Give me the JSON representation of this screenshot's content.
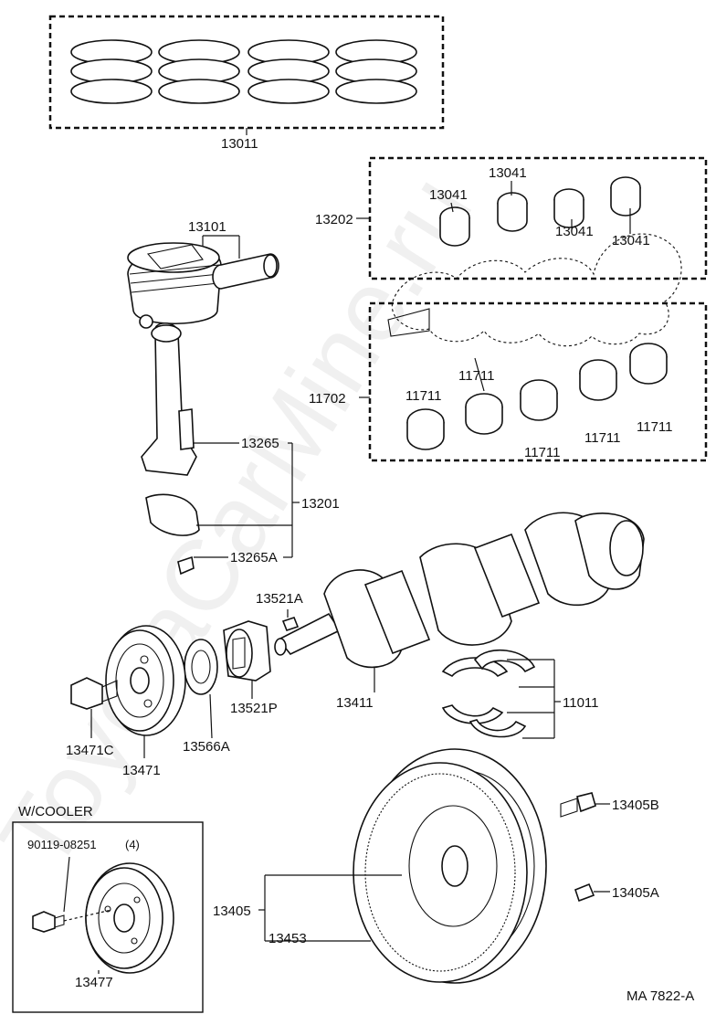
{
  "watermark": "ToyotaCarMine.ru",
  "section_label": "W/COOLER",
  "diagram_code": "MA 7822-A",
  "labels": {
    "p13011": "13011",
    "p13202": "13202",
    "p13041_a": "13041",
    "p13041_b": "13041",
    "p13041_c": "13041",
    "p13041_d": "13041",
    "p13101": "13101",
    "p13265": "13265",
    "p13201": "13201",
    "p13265A": "13265A",
    "p11702": "11702",
    "p11711_a": "11711",
    "p11711_b": "11711",
    "p11711_c": "11711",
    "p11711_d": "11711",
    "p11711_e": "11711",
    "p13521A": "13521A",
    "p13521P": "13521P",
    "p13411": "13411",
    "p11011": "11011",
    "p13471C": "13471C",
    "p13471": "13471",
    "p13566A": "13566A",
    "p13405B": "13405B",
    "p13405A": "13405A",
    "p13405": "13405",
    "p13453": "13453",
    "p90119": "90119-08251",
    "p90119_qty": "(4)",
    "p13477": "13477"
  }
}
